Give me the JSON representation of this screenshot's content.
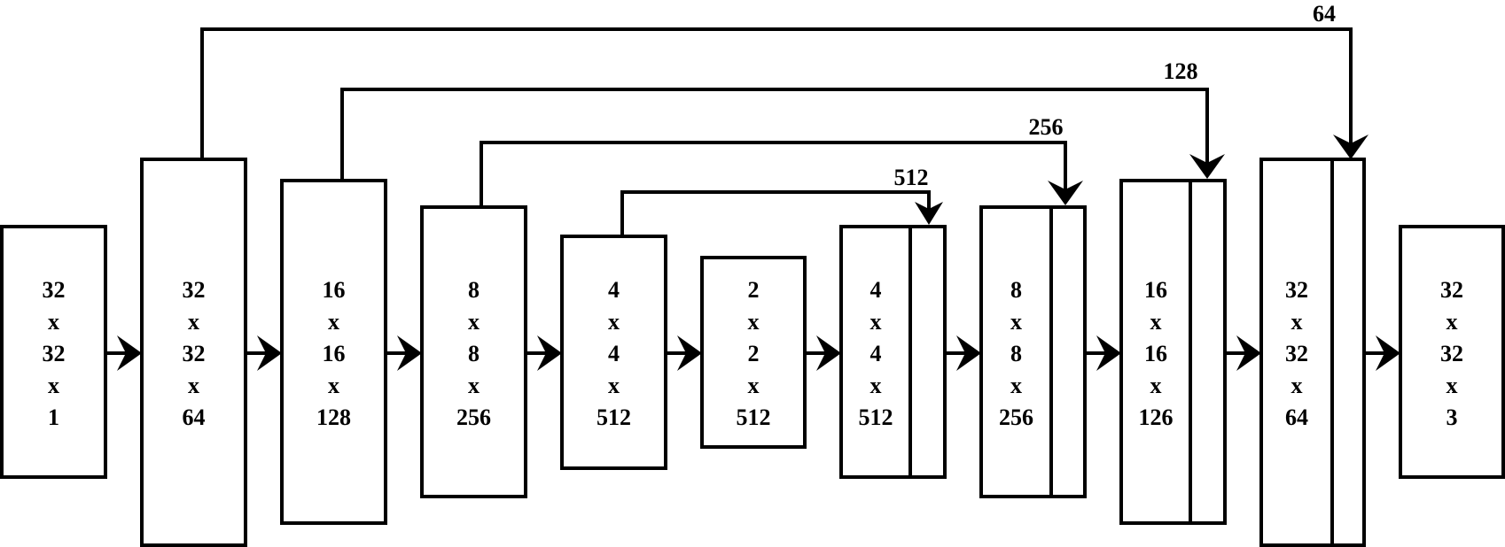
{
  "blocks": [
    {
      "lines": [
        "32",
        "x",
        "32",
        "x",
        "1"
      ]
    },
    {
      "lines": [
        "32",
        "x",
        "32",
        "x",
        "64"
      ]
    },
    {
      "lines": [
        "16",
        "x",
        "16",
        "x",
        "128"
      ]
    },
    {
      "lines": [
        "8",
        "x",
        "8",
        "x",
        "256"
      ]
    },
    {
      "lines": [
        "4",
        "x",
        "4",
        "x",
        "512"
      ]
    },
    {
      "lines": [
        "2",
        "x",
        "2",
        "x",
        "512"
      ]
    },
    {
      "lines": [
        "4",
        "x",
        "4",
        "x",
        "512"
      ]
    },
    {
      "lines": [
        "8",
        "x",
        "8",
        "x",
        "256"
      ]
    },
    {
      "lines": [
        "16",
        "x",
        "16",
        "x",
        "126"
      ]
    },
    {
      "lines": [
        "32",
        "x",
        "32",
        "x",
        "64"
      ]
    },
    {
      "lines": [
        "32",
        "x",
        "32",
        "x",
        "3"
      ]
    }
  ],
  "skips": [
    {
      "label": "512"
    },
    {
      "label": "256"
    },
    {
      "label": "128"
    },
    {
      "label": "64"
    }
  ]
}
